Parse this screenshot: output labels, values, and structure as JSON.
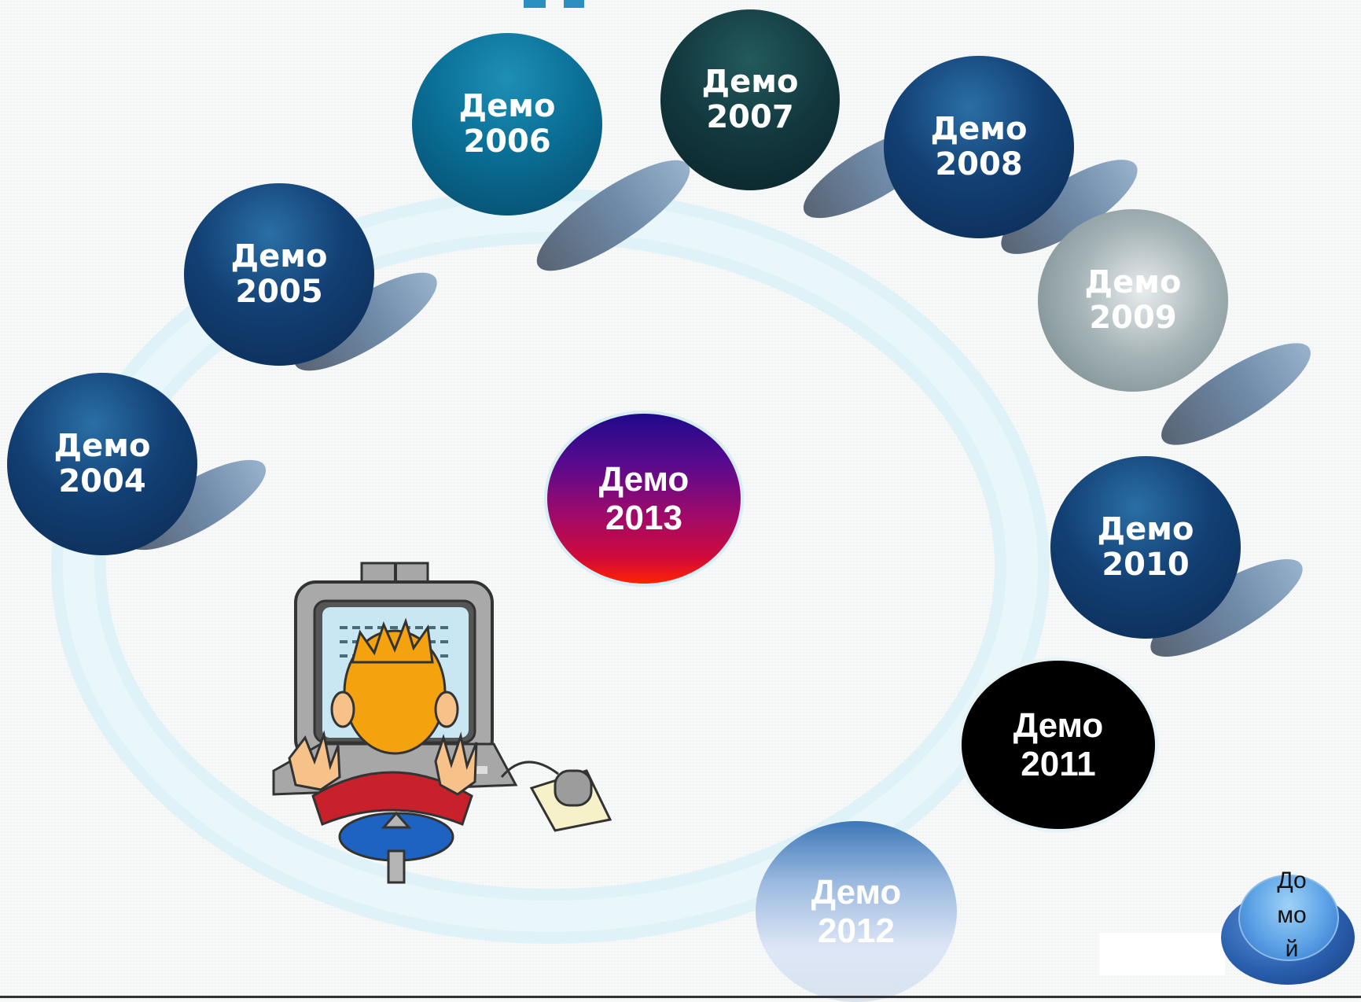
{
  "slide": {
    "demos": [
      {
        "id": "demo-2004",
        "label": "Демо\n2004"
      },
      {
        "id": "demo-2005",
        "label": "Демо\n2005"
      },
      {
        "id": "demo-2006",
        "label": "Демо\n2006"
      },
      {
        "id": "demo-2007",
        "label": "Демо\n2007"
      },
      {
        "id": "demo-2008",
        "label": "Демо\n2008"
      },
      {
        "id": "demo-2009",
        "label": "Демо\n2009"
      },
      {
        "id": "demo-2010",
        "label": "Демо\n2010"
      },
      {
        "id": "demo-2011",
        "label": "Демо\n2011"
      },
      {
        "id": "demo-2012",
        "label": "Демо\n2012"
      },
      {
        "id": "demo-2013",
        "label": "Демо\n2013"
      }
    ],
    "home_label": "До\nмо\nй"
  },
  "colors": {
    "ring": "#dff2f7",
    "sphere_blue": "#123f73",
    "sphere_teal": "#0a6f96",
    "sphere_dark": "#12383e",
    "home_button": "#5ba2e6"
  },
  "illustration": "person-at-computer"
}
